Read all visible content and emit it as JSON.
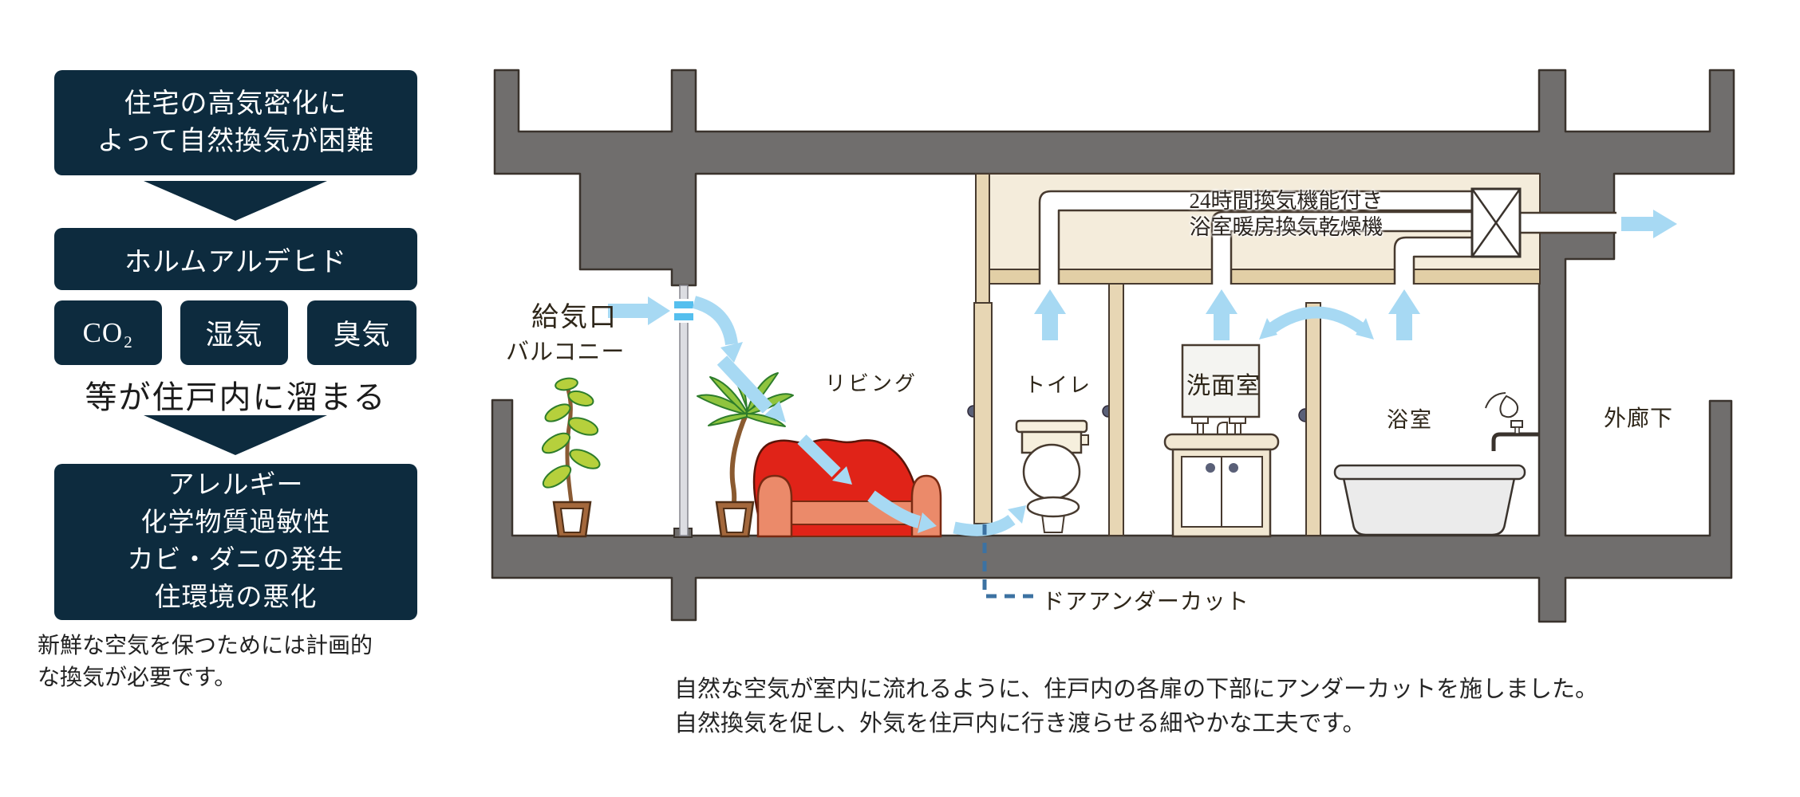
{
  "flowchart": {
    "box1": [
      "住宅の高気密化に",
      "よって自然換気が困難"
    ],
    "box2": "ホルムアルデヒド",
    "factors": [
      "CO₂",
      "湿気",
      "臭気"
    ],
    "accumulate": "等が住戸内に溜まる",
    "box3": [
      "アレルギー",
      "化学物質過敏性",
      "カビ・ダニの発生",
      "住環境の悪化"
    ],
    "caption": [
      "新鮮な空気を保つためには計画的",
      "な換気が必要です。"
    ]
  },
  "diagram": {
    "labels": {
      "supply_port": "給気口",
      "balcony": "バルコニー",
      "living": "リビング",
      "toilet": "トイレ",
      "washroom": "洗面室",
      "bathroom": "浴室",
      "corridor": "外廊下",
      "fan_unit_line1": "24時間換気機能付き",
      "fan_unit_line2": "浴室暖房換気乾燥機",
      "door_undercut": "ドアアンダーカット"
    }
  },
  "footer": {
    "line1": "自然な空気が室内に流れるように、住戸内の各扉の下部にアンダーカットを施しました。",
    "line2": "自然換気を促し、外気を住戸内に行き渡らせる細やかな工夫です。"
  },
  "colors": {
    "navy": "#0d2b3e",
    "concrete": "#706e6d",
    "outline": "#3a332d",
    "plenum": "#f4ecdb",
    "slab": "#e2cfa6",
    "wall": "#e7d6b4",
    "arrow_blue": "#a7d9f3",
    "vent_blue": "#55bfee",
    "callout_blue": "#3c72a2",
    "sofa_red": "#e02318",
    "sofa_salmon": "#eb8a6a"
  }
}
